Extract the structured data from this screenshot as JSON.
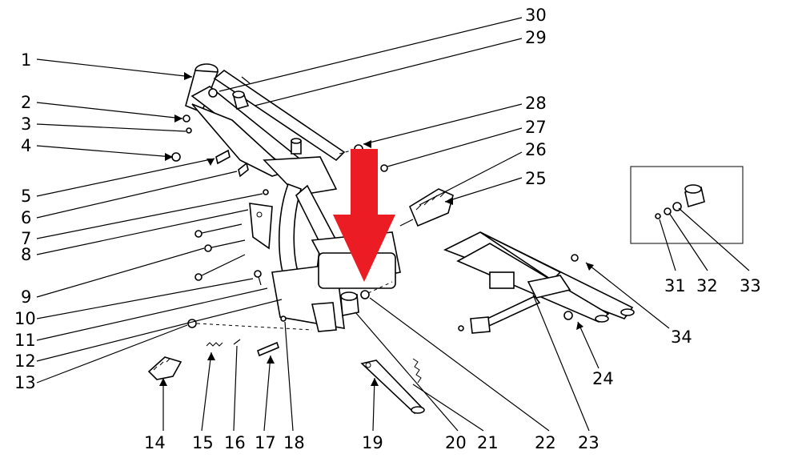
{
  "labels": {
    "l1": "1",
    "l2": "2",
    "l3": "3",
    "l4": "4",
    "l5": "5",
    "l6": "6",
    "l7": "7",
    "l8": "8",
    "l9": "9",
    "l10": "10",
    "l11": "11",
    "l12": "12",
    "l13": "13",
    "l14": "14",
    "l15": "15",
    "l16": "16",
    "l17": "17",
    "l18": "18",
    "l19": "19",
    "l20": "20",
    "l21": "21",
    "l22": "22",
    "l23": "23",
    "l24": "24",
    "l25": "25",
    "l26": "26",
    "l27": "27",
    "l28": "28",
    "l29": "29",
    "l30": "30",
    "l31": "31",
    "l32": "32",
    "l33": "33",
    "l34": "34"
  },
  "colors": {
    "highlight_arrow": "#ec1c24",
    "ink": "#000000",
    "background": "#ffffff"
  }
}
